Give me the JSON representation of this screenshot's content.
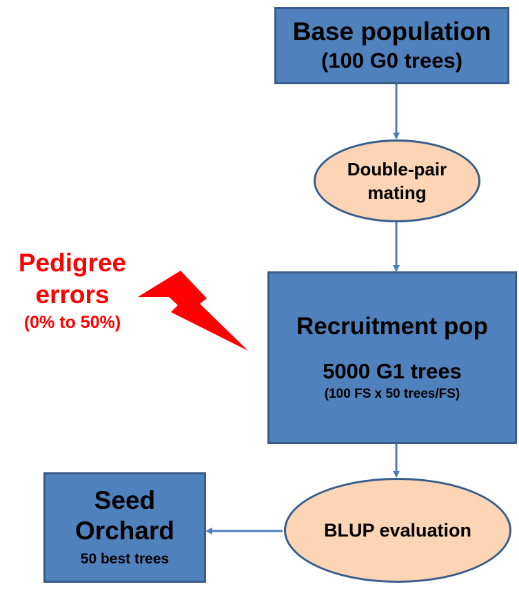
{
  "base_population": {
    "title": "Base population",
    "subtitle": "(100 G0 trees)"
  },
  "mating": {
    "line1": "Double-pair",
    "line2": "mating"
  },
  "recruitment": {
    "title": "Recruitment pop",
    "count": "5000 G1 trees",
    "detail": "(100 FS x 50 trees/FS)"
  },
  "blup": {
    "label": "BLUP evaluation"
  },
  "seed_orchard": {
    "line1": "Seed",
    "line2": "Orchard",
    "detail": "50 best trees"
  },
  "pedigree": {
    "line1": "Pedigree",
    "line2": "errors",
    "range": "(0% to 50%)"
  },
  "colors": {
    "box_fill": "#4f81bd",
    "box_border": "#385d8a",
    "ellipse_fill": "#fbd5b5",
    "arrow": "#4a7ebb",
    "accent_red": "#ff0000"
  },
  "icons": {
    "error_symbol": "lightning-bolt-icon"
  }
}
